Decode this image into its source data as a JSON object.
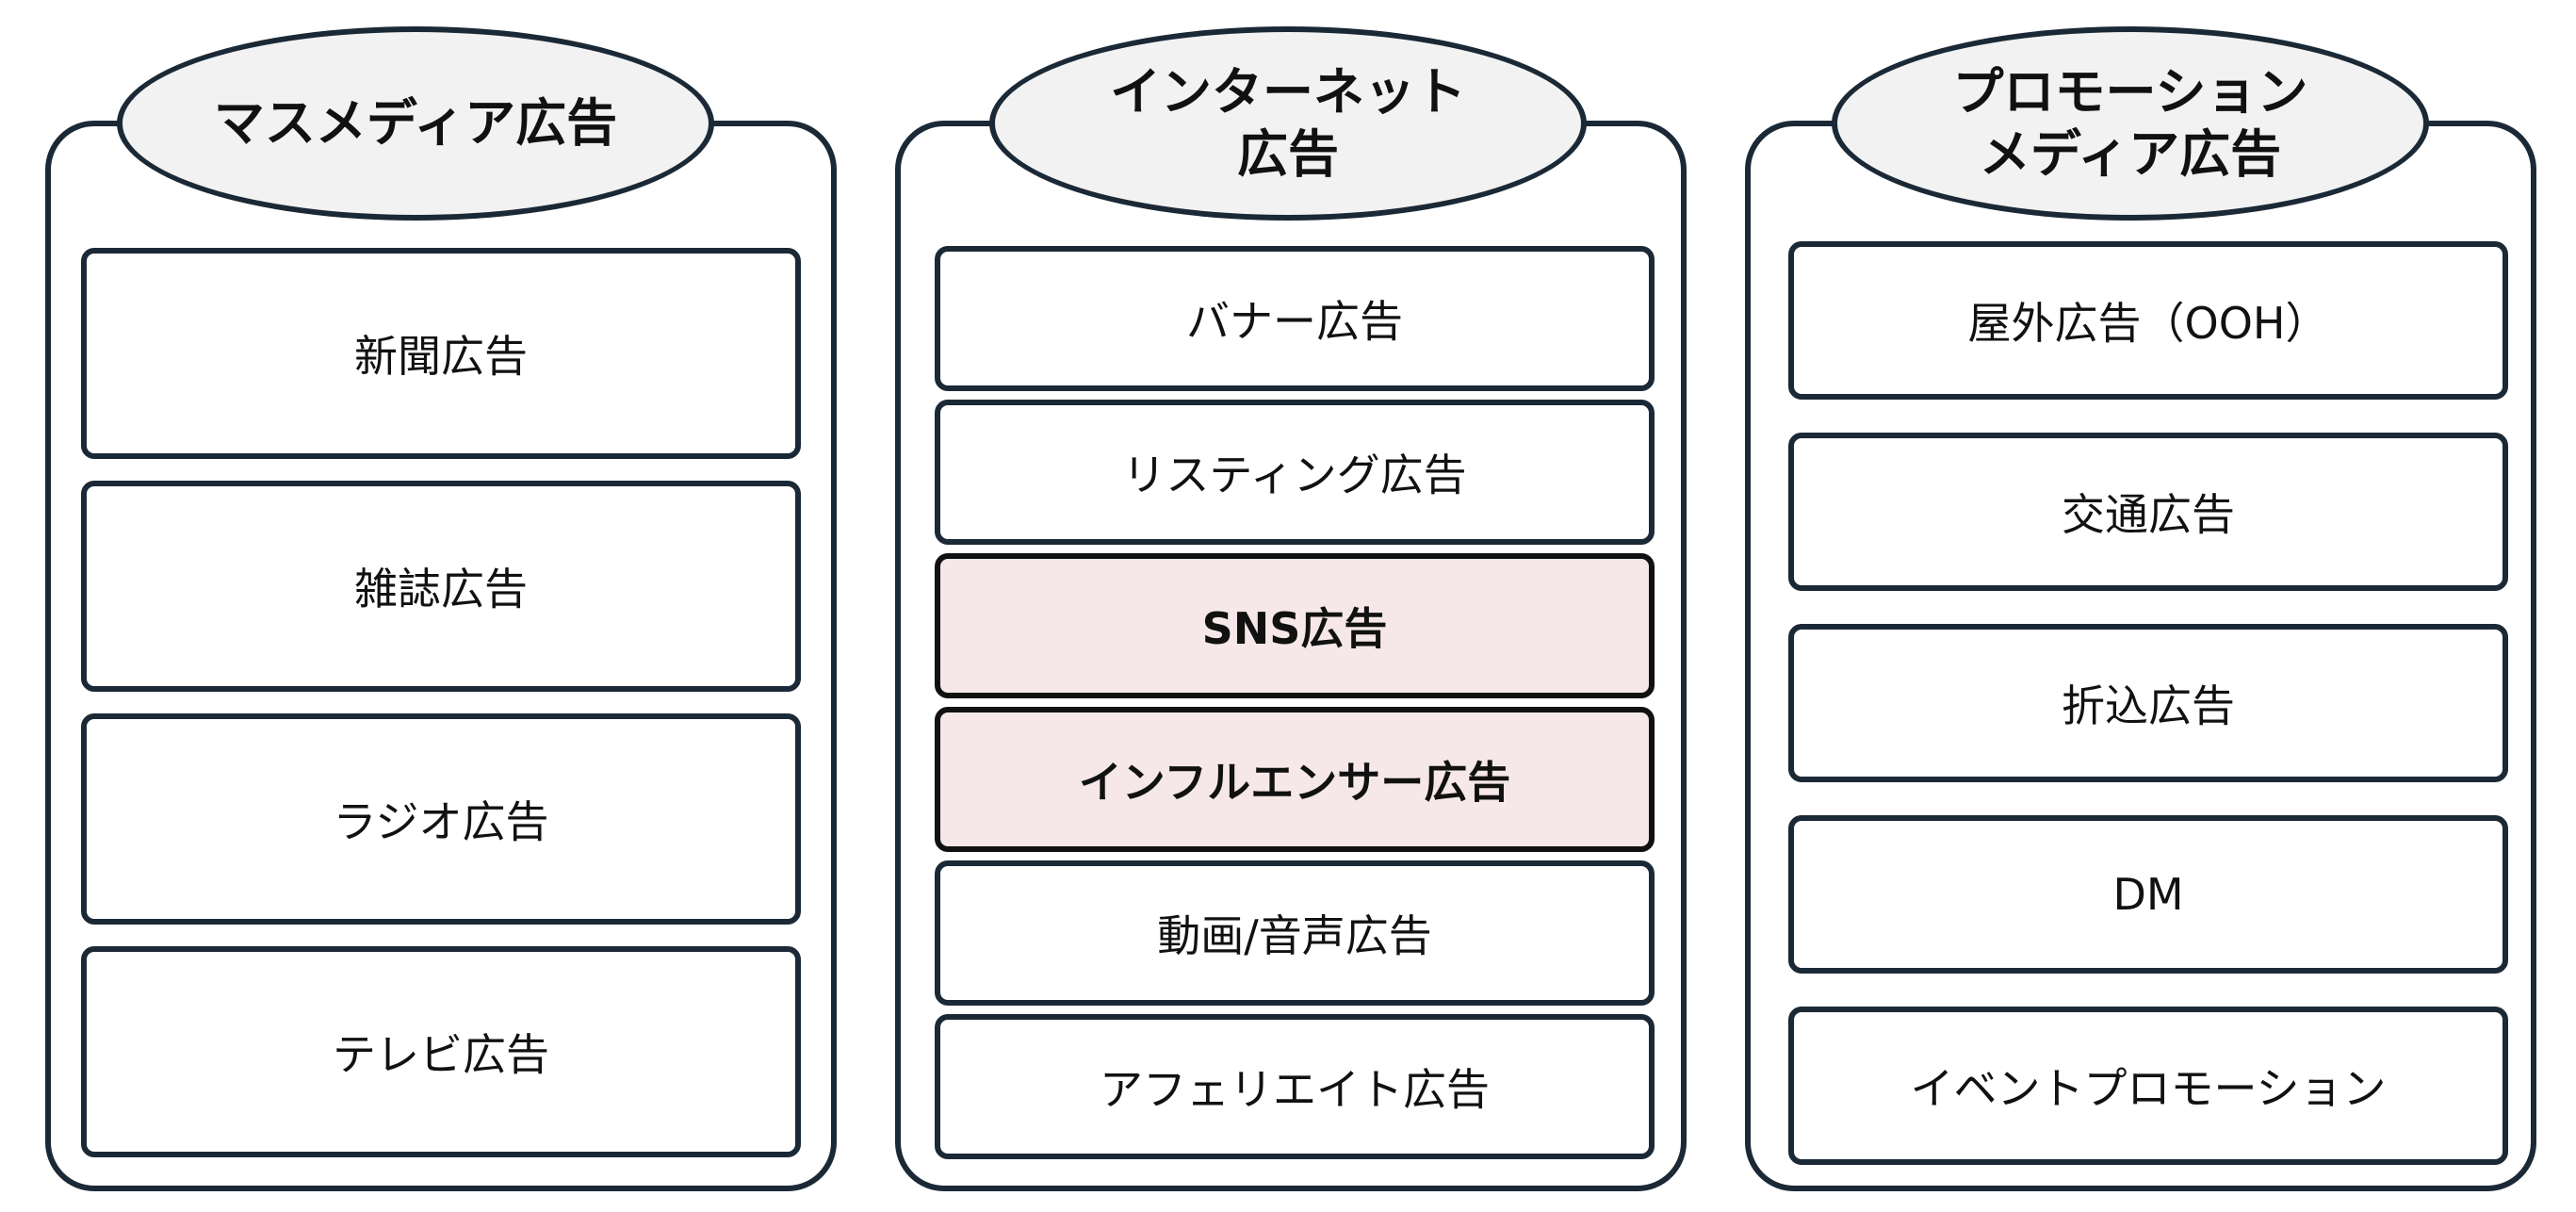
{
  "columns": [
    {
      "title": "マスメディア広告",
      "items": [
        {
          "label": "新聞広告",
          "highlighted": false
        },
        {
          "label": "雑誌広告",
          "highlighted": false
        },
        {
          "label": "ラジオ広告",
          "highlighted": false
        },
        {
          "label": "テレビ広告",
          "highlighted": false
        }
      ]
    },
    {
      "title": "インターネット\n広告",
      "items": [
        {
          "label": "バナー広告",
          "highlighted": false
        },
        {
          "label": "リスティング広告",
          "highlighted": false
        },
        {
          "label": "SNS広告",
          "highlighted": true
        },
        {
          "label": "インフルエンサー広告",
          "highlighted": true
        },
        {
          "label": "動画/音声広告",
          "highlighted": false
        },
        {
          "label": "アフェリエイト広告",
          "highlighted": false
        }
      ]
    },
    {
      "title": "プロモーション\nメディア広告",
      "items": [
        {
          "label": "屋外広告（OOH）",
          "highlighted": false
        },
        {
          "label": "交通広告",
          "highlighted": false
        },
        {
          "label": "折込広告",
          "highlighted": false
        },
        {
          "label": "DM",
          "highlighted": false
        },
        {
          "label": "イベントプロモーション",
          "highlighted": false
        }
      ]
    }
  ],
  "colors": {
    "border": "#1b2936",
    "header_fill": "#f2f2f2",
    "highlight_fill": "#f6e8e8"
  }
}
